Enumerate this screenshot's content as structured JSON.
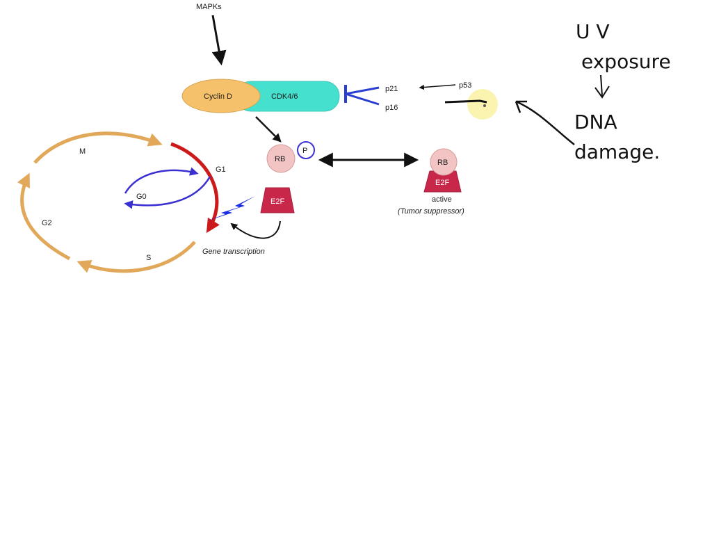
{
  "labels": {
    "mapks": "MAPKs",
    "cyclin_d": "Cyclin D",
    "cdk46": "CDK4/6",
    "p21": "p21",
    "p16": "p16",
    "p53": "p53",
    "rb": "RB",
    "p": "P",
    "e2f": "E2F",
    "rb_active": "RB",
    "e2f_active": "E2F",
    "active": "active",
    "tumor_suppressor": "(Tumor suppressor)",
    "gene_transcription": "Gene transcription"
  },
  "cycle": {
    "m": "M",
    "g1": "G1",
    "g0": "G0",
    "g2": "G2",
    "s": "S"
  },
  "handwriting": {
    "uv": "U V",
    "exposure": "exposure",
    "dna": "DNA",
    "damage": "damage."
  },
  "colors": {
    "cyclin": "#f5c26b",
    "cdk": "#46e0cf",
    "cycle_arc": "#e2a85a",
    "g1_arc": "#cc1a1a",
    "g0_arrow": "#3a2fd0",
    "inhibitor": "#2a3fd0",
    "e2f": "#c8274a",
    "rb": "#f2c4c4",
    "lightning": "#1a2fe0",
    "highlight": "#fbf3a8"
  }
}
